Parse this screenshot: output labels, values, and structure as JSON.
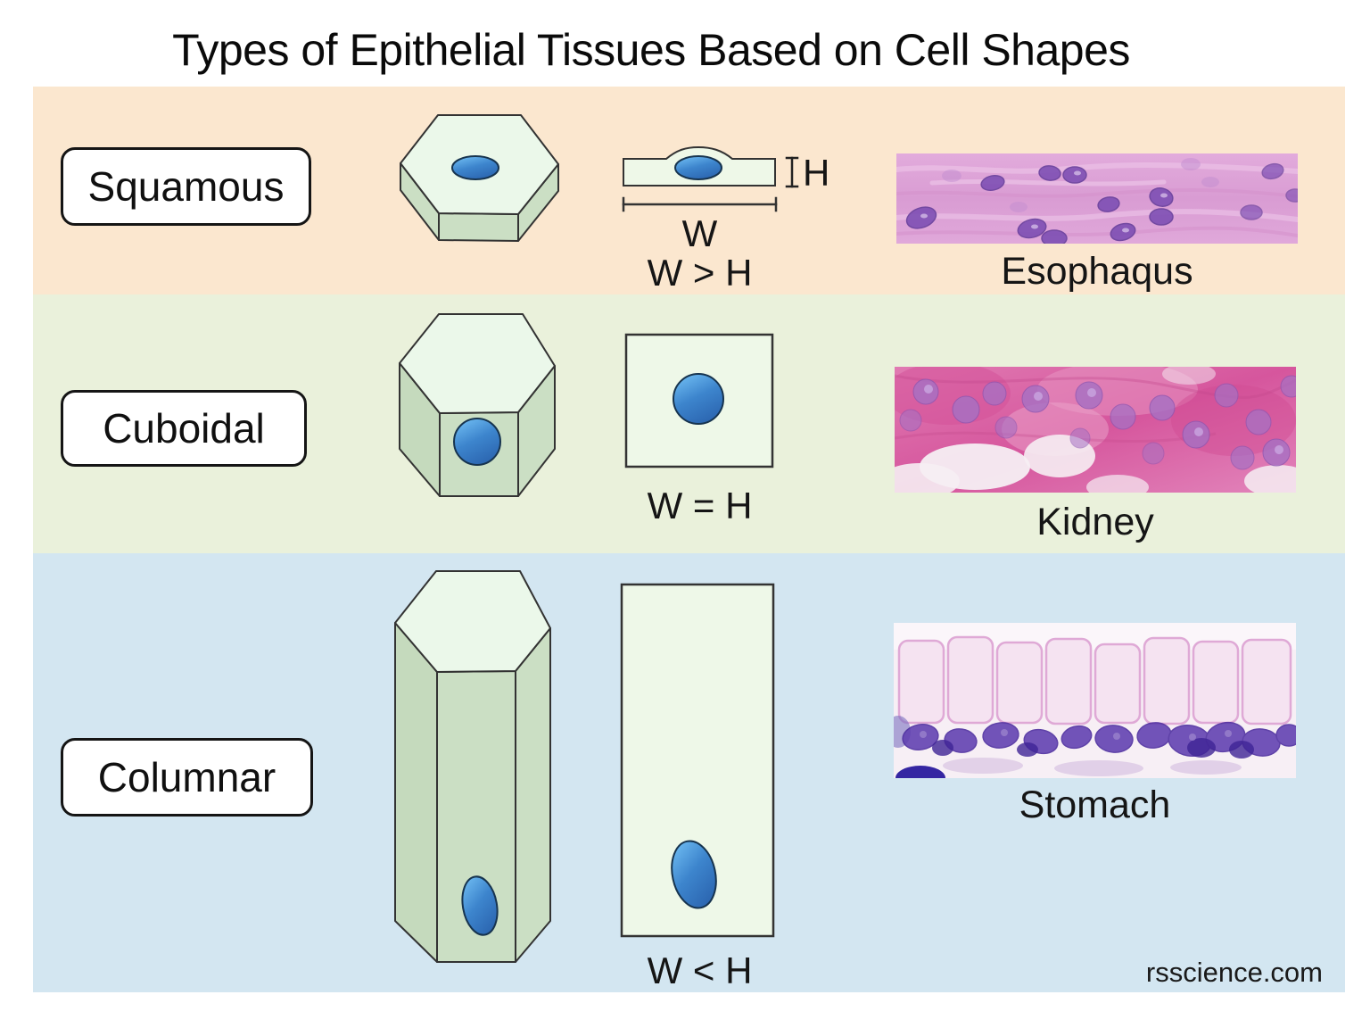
{
  "title": "Types of Epithelial Tissues Based on Cell Shapes",
  "watermark": "rsscience.com",
  "measure": {
    "width_letter": "W",
    "height_letter": "H"
  },
  "rows": [
    {
      "label": "Squamous",
      "dimension_note": "W > H",
      "example_label": "Esophaqus",
      "band_color": "#fbe7cf"
    },
    {
      "label": "Cuboidal",
      "dimension_note": "W = H",
      "example_label": "Kidney",
      "band_color": "#eaf1db"
    },
    {
      "label": "Columnar",
      "dimension_note": "W < H",
      "example_label": "Stomach",
      "band_color": "#d3e6f1"
    }
  ],
  "colors": {
    "cell_top_face": "#ebf8ea",
    "cell_side_face": "#cbdfc4",
    "cell_2d_fill": "#eef8e8",
    "cell_outline": "#333333",
    "nucleus_blue_light": "#66b4ee",
    "nucleus_blue_dark": "#2a63ae",
    "label_box_background": "#ffffff",
    "label_box_border": "#151515"
  }
}
